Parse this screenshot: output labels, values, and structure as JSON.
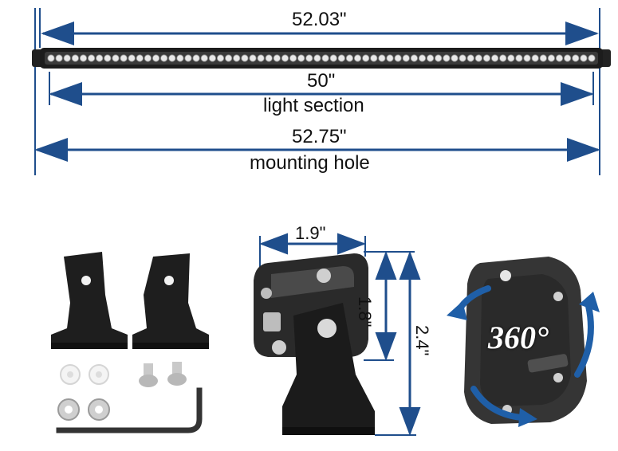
{
  "dimensions": {
    "overall_length": "52.03\"",
    "light_section_length": "50\"",
    "light_section_caption": "light section",
    "mounting_hole_length": "52.75\"",
    "mounting_hole_caption": "mounting hole",
    "bracket_width": "1.9\"",
    "bracket_inner_height": "1.8\"",
    "bracket_total_height": "2.4\""
  },
  "rotation": {
    "label": "360°"
  },
  "colors": {
    "dimension_line": "#1f4e8c",
    "rotation_arrow": "#1f5fa8",
    "housing": "#2b2b2b",
    "led_lens": "#e8e8e8"
  }
}
